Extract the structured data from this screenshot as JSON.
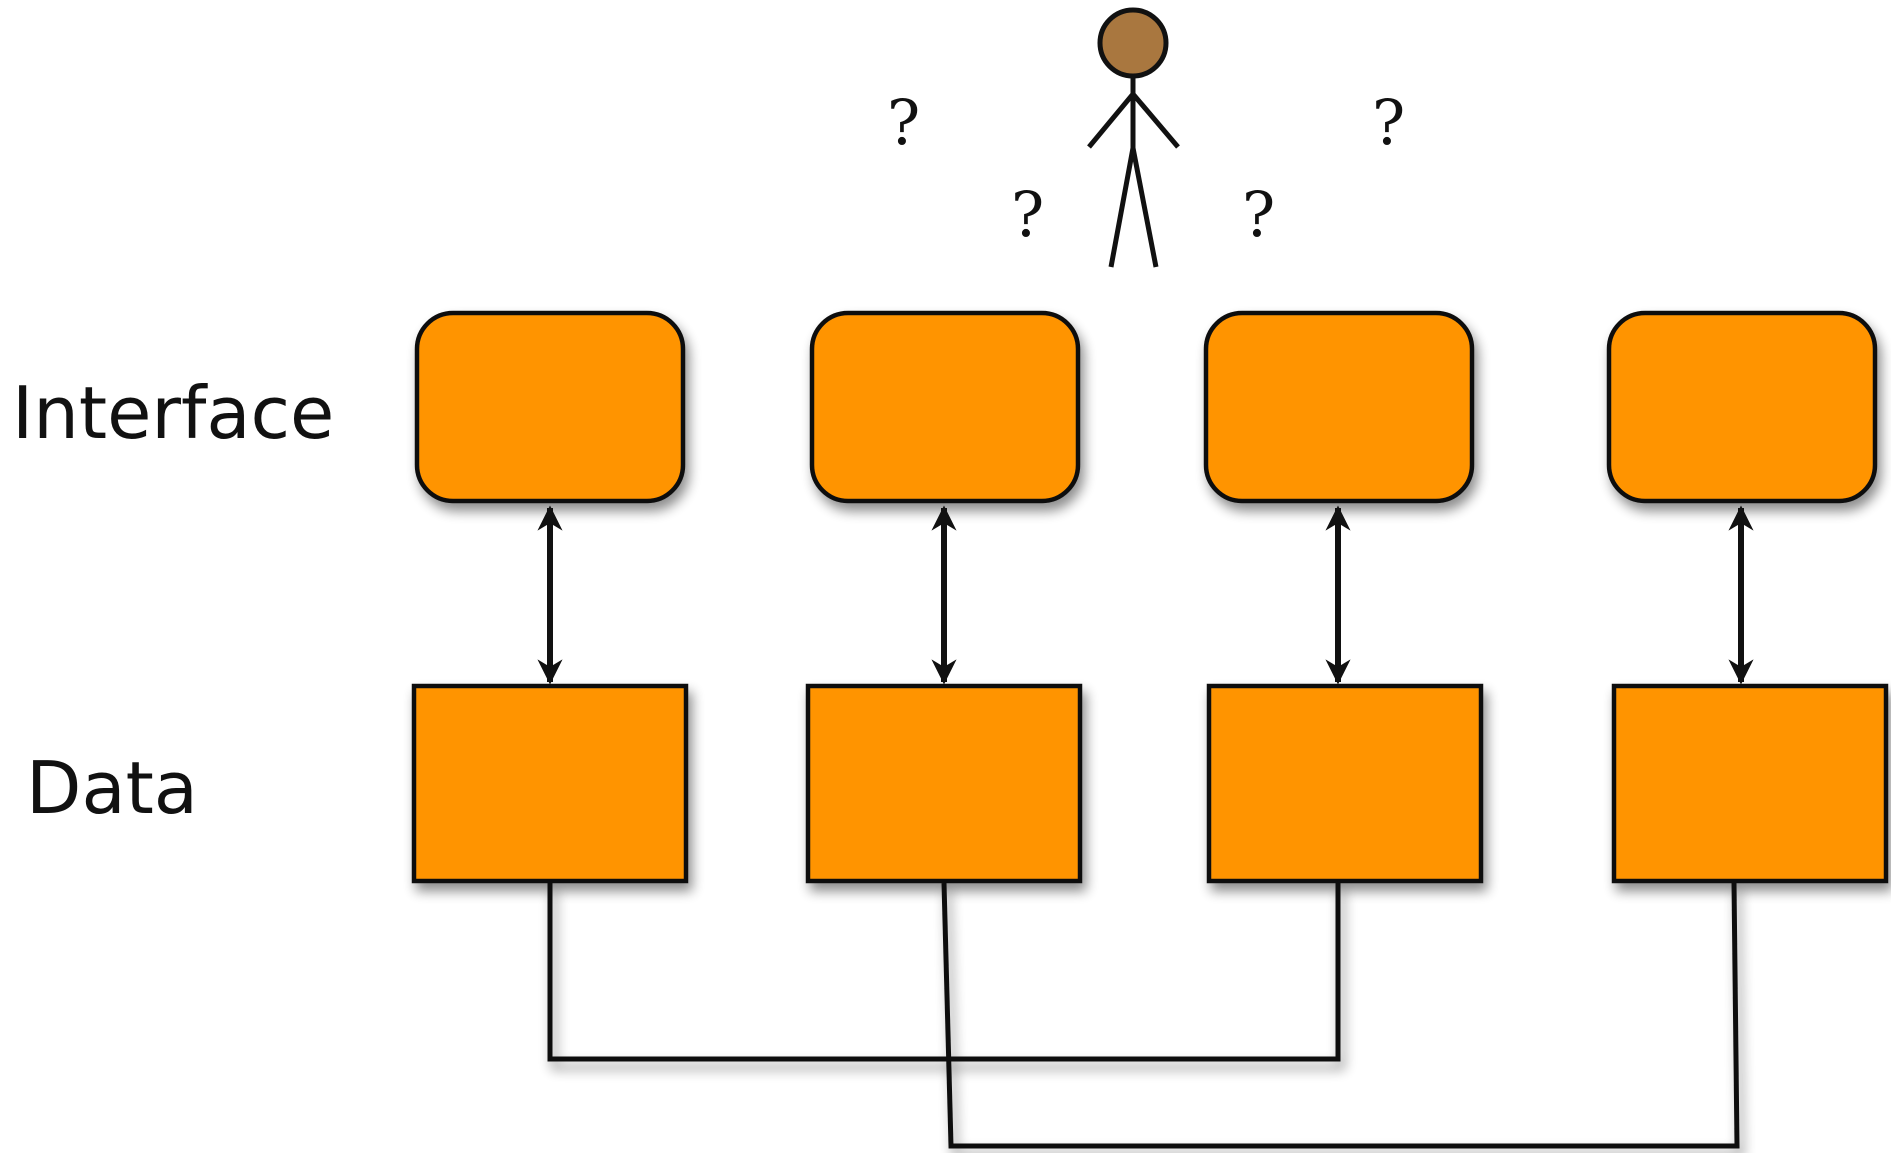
{
  "labels": {
    "interface": "Interface",
    "data": "Data"
  },
  "question_mark": "?",
  "colors": {
    "box_fill": "#FF9405",
    "stroke": "#111111",
    "head_fill": "#A9773F",
    "background": "#FFFFFF"
  },
  "icons": {
    "user": "stick-figure-icon",
    "confusion": "question-mark-icon"
  },
  "structure": {
    "columns": 4,
    "interface_box_shape": "rounded-rectangle",
    "data_box_shape": "rectangle",
    "interface_data_links": "bidirectional-arrow",
    "data_links": [
      [
        1,
        3
      ],
      [
        2,
        4
      ]
    ]
  }
}
